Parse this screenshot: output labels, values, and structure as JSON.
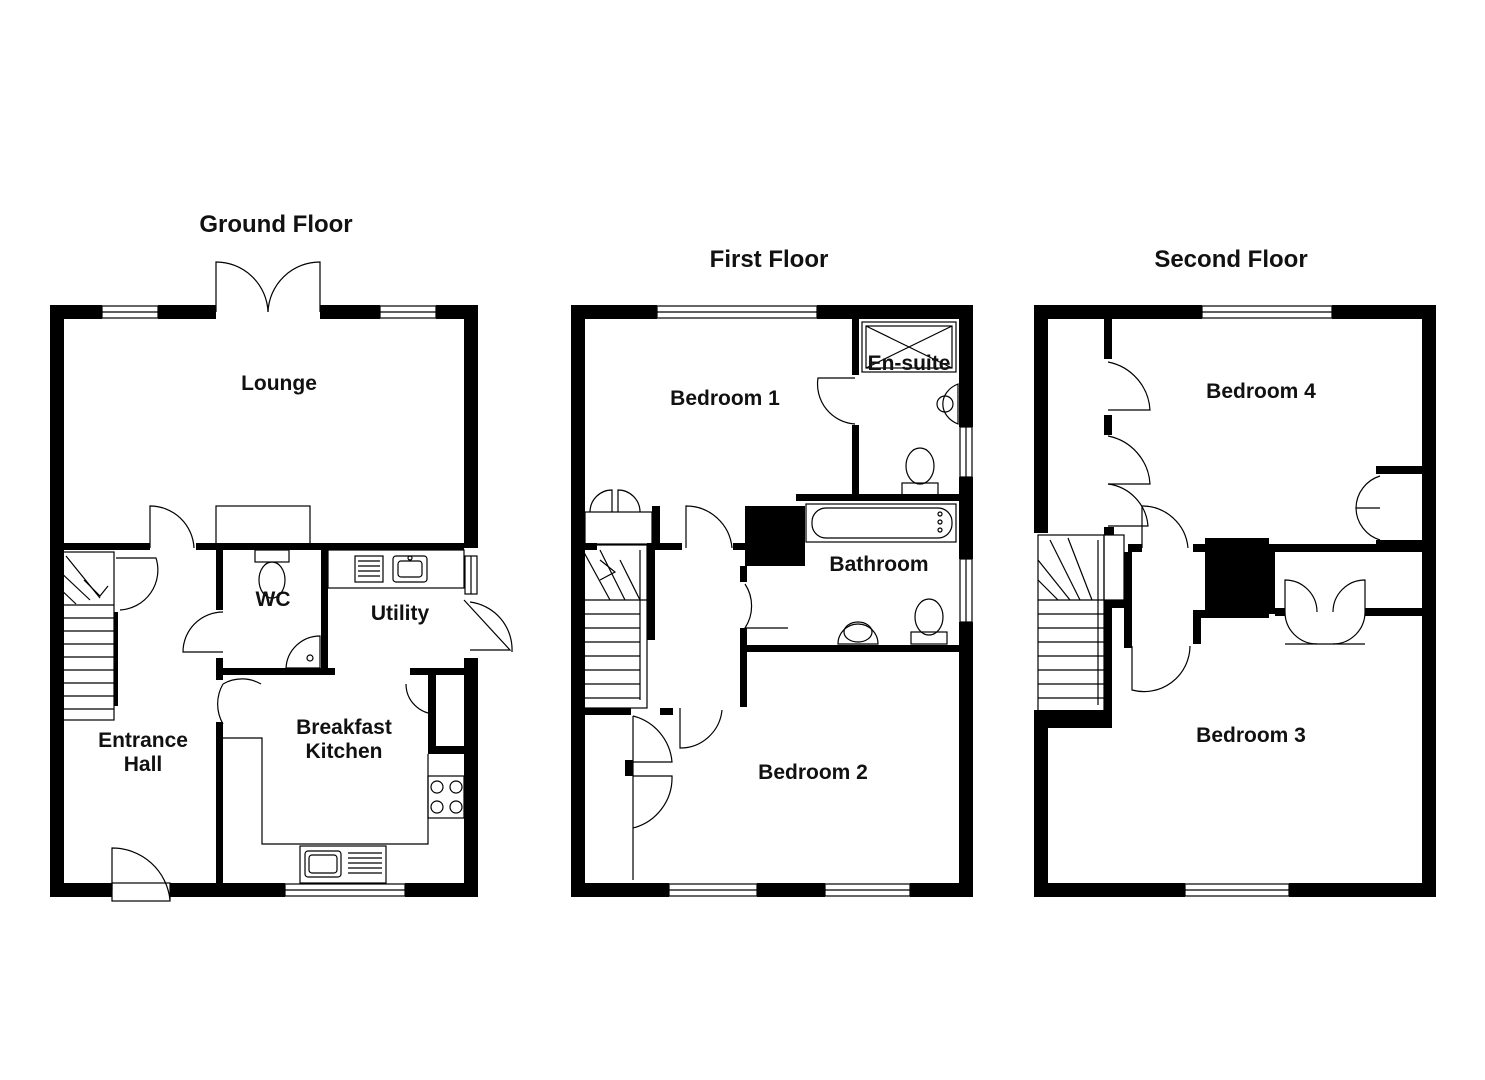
{
  "floors": [
    {
      "title": "Ground Floor",
      "rooms": [
        "Lounge",
        "WC",
        "Utility",
        "Entrance",
        "Hall",
        "Breakfast",
        "Kitchen"
      ]
    },
    {
      "title": "First Floor",
      "rooms": [
        "Bedroom 1",
        "En-suite",
        "Bathroom",
        "Bedroom 2"
      ]
    },
    {
      "title": "Second Floor",
      "rooms": [
        "Bedroom 4",
        "Bedroom 3"
      ]
    }
  ]
}
